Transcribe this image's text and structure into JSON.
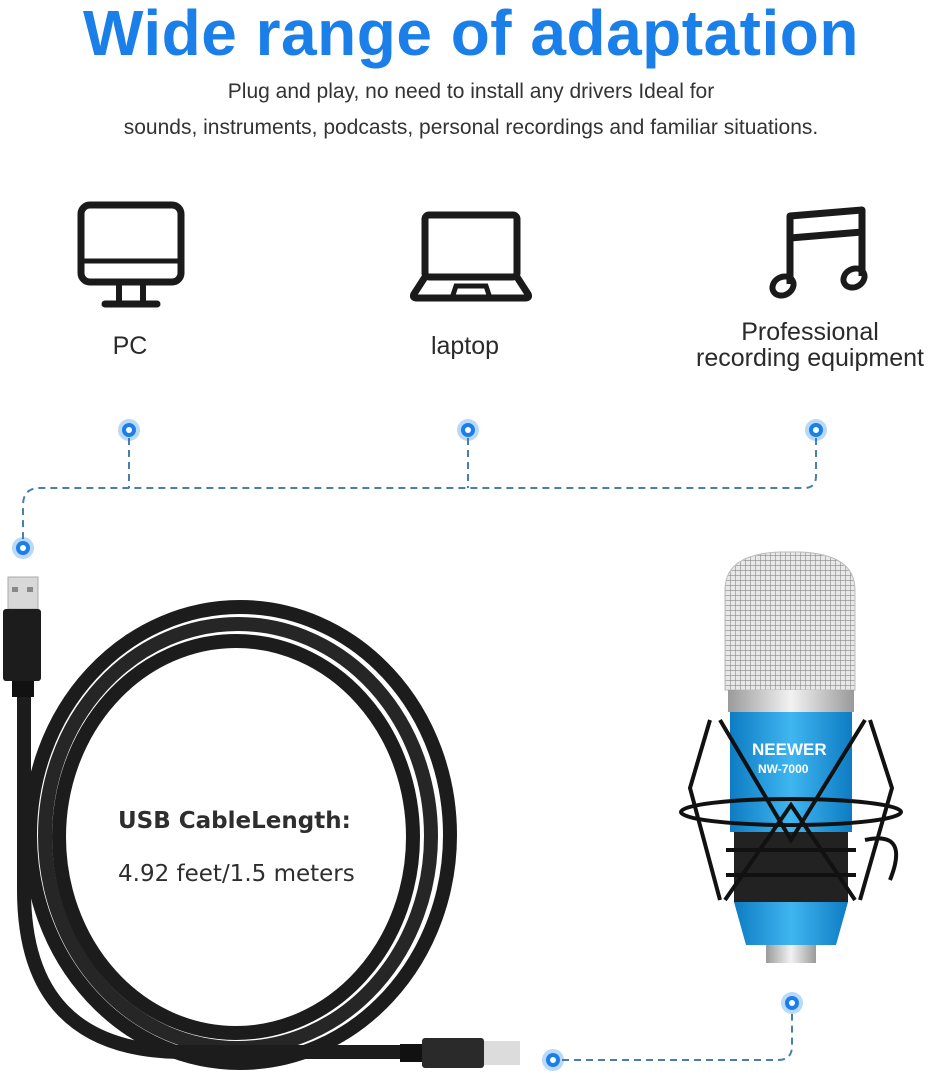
{
  "header": {
    "title": "Wide range of adaptation",
    "subtitle_line1": "Plug and play, no need to install any drivers Ideal for",
    "subtitle_line2": "sounds, instruments, podcasts, personal recordings and familiar situations."
  },
  "devices": [
    {
      "icon": "desktop-monitor-icon",
      "label": "PC"
    },
    {
      "icon": "laptop-icon",
      "label": "laptop"
    },
    {
      "icon": "music-note-icon",
      "label_line1": "Professional",
      "label_line2": "recording equipment"
    }
  ],
  "cable": {
    "title": "USB CableLength:",
    "value": "4.92 feet/1.5 meters"
  },
  "microphone": {
    "brand": "NEEWER",
    "model": "NW-7000"
  },
  "colors": {
    "accent": "#1a7fe8",
    "connector_line": "#4a7fa8",
    "mic_body": "#1e9be0"
  }
}
